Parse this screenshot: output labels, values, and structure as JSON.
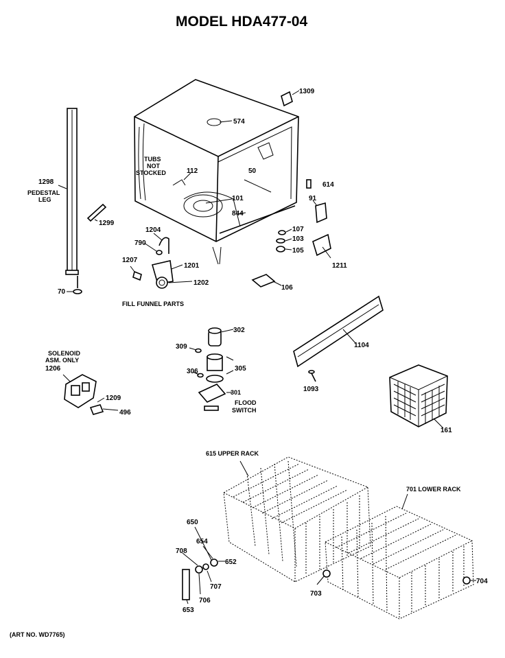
{
  "title": "MODEL HDA477-04",
  "art_number": "(ART NO. WD7765)",
  "callouts": {
    "p1309": "1309",
    "p574": "574",
    "tubs_line1": "TUBS",
    "tubs_line2": "NOT",
    "tubs_line3": "STOCKED",
    "p112": "112",
    "p50": "50",
    "p614": "614",
    "p91": "91",
    "p101": "101",
    "p844": "844",
    "p107": "107",
    "p103": "103",
    "p105": "105",
    "p1211": "1211",
    "p1298": "1298",
    "pedestal_line1": "PEDESTAL",
    "pedestal_line2": "LEG",
    "p1299": "1299",
    "p70": "70",
    "p1204": "1204",
    "p790": "790",
    "p1207": "1207",
    "p1201": "1201",
    "p1202": "1202",
    "fill_funnel": "FILL FUNNEL PARTS",
    "p106": "106",
    "p302": "302",
    "p309": "309",
    "p305": "305",
    "p306": "306",
    "p301": "301",
    "flood_line1": "FLOOD",
    "flood_line2": "SWITCH",
    "p1104": "1104",
    "p1093": "1093",
    "solenoid_line1": "SOLENOID",
    "solenoid_line2": "ASM. ONLY",
    "p1206": "1206",
    "p1209": "1209",
    "p496": "496",
    "p161": "161",
    "upper_rack": "615 UPPER RACK",
    "lower_rack": "701  LOWER RACK",
    "p650": "650",
    "p654": "654",
    "p708": "708",
    "p652": "652",
    "p707": "707",
    "p706": "706",
    "p653": "653",
    "p703": "703",
    "p704": "704"
  }
}
